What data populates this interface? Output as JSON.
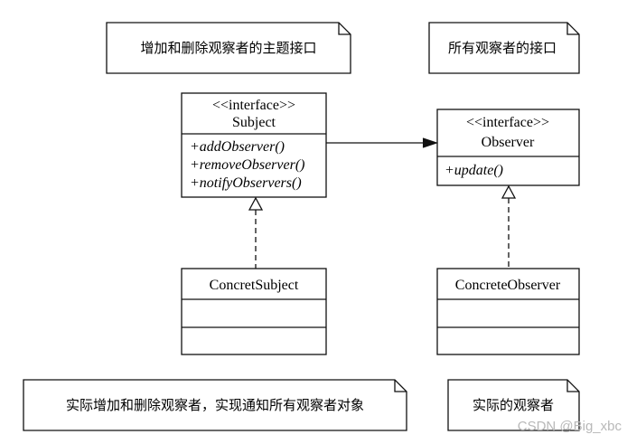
{
  "notes": {
    "subject_note": "增加和删除观察者的主题接口",
    "observer_note": "所有观察者的接口",
    "concrete_subject_note": "实际增加和删除观察者，实现通知所有观察者对象",
    "concrete_observer_note": "实际的观察者"
  },
  "classes": {
    "subject": {
      "stereotype": "<<interface>>",
      "name": "Subject",
      "methods": [
        "+addObserver()",
        "+removeObserver()",
        "+notifyObservers()"
      ]
    },
    "observer": {
      "stereotype": "<<interface>>",
      "name": "Observer",
      "methods": [
        "+update()"
      ]
    },
    "concrete_subject": {
      "name": "ConcretSubject"
    },
    "concrete_observer": {
      "name": "ConcreteObserver"
    }
  },
  "watermark": "CSDN @Big_xbc"
}
